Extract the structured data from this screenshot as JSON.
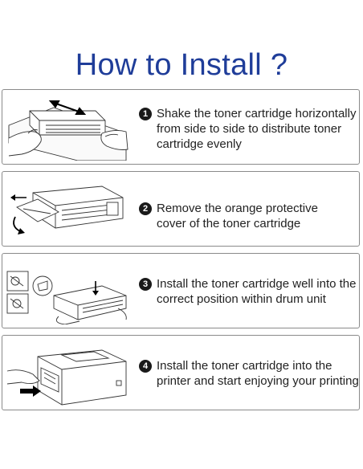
{
  "title": "How to Install ?",
  "steps": [
    {
      "number": "1",
      "lines": [
        "Shake the toner cartridge horizontally",
        "from side to side to distribute toner",
        "cartridge evenly"
      ],
      "icon": "shake-cartridge-illustration"
    },
    {
      "number": "2",
      "lines": [
        "Remove the orange protective",
        "cover of the toner cartridge"
      ],
      "icon": "remove-cover-illustration"
    },
    {
      "number": "3",
      "lines": [
        "Install the toner cartridge well into the",
        "correct position within drum unit"
      ],
      "icon": "insert-into-drum-illustration"
    },
    {
      "number": "4",
      "lines": [
        "Install the toner cartridge into the",
        "printer and start enjoying your printing"
      ],
      "icon": "printer-install-illustration"
    }
  ],
  "colors": {
    "title": "#1f3d99",
    "border": "#8a8a8a",
    "text": "#222222",
    "badge": "#1a1a1a"
  }
}
